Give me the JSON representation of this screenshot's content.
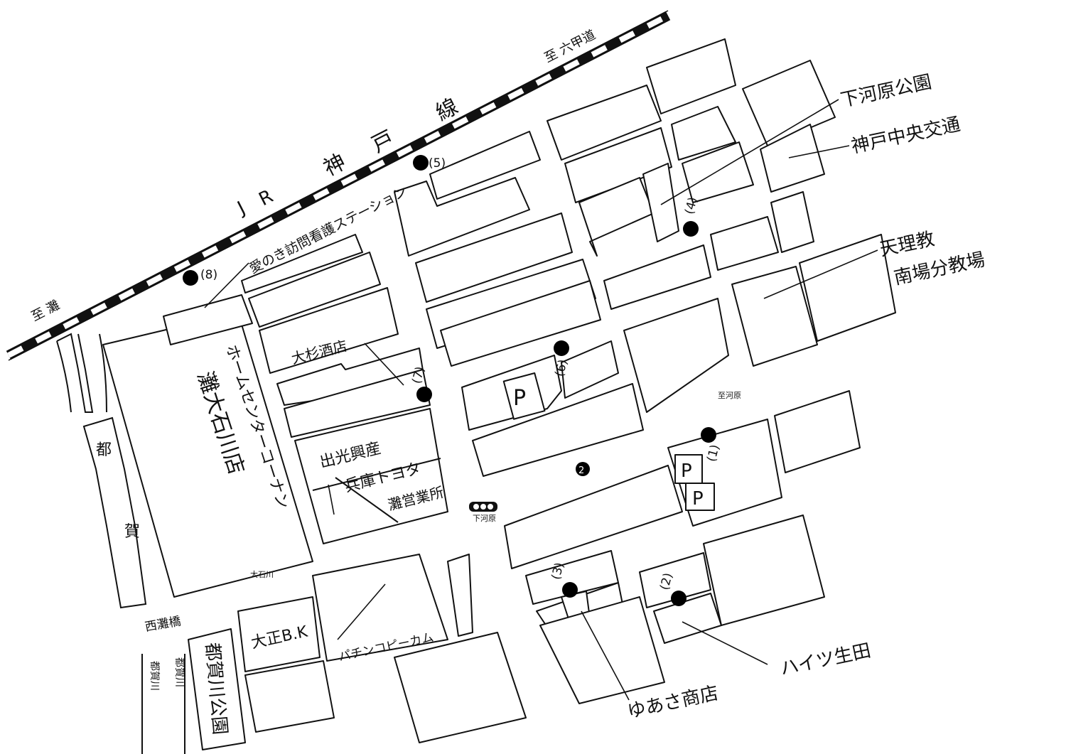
{
  "railway": {
    "line_name_chars": [
      "J",
      "R",
      "神",
      "戸",
      "線"
    ],
    "to_east": "至 六甲道",
    "to_west": "至 灘"
  },
  "stations": {
    "p1": "(1)",
    "p2": "(2)",
    "p3": "(3)",
    "p4": "(4)",
    "p5": "(5)",
    "p6": "(6)",
    "p7": "(7)",
    "p8": "(8)"
  },
  "labels": {
    "shimogawara_park": "下河原公園",
    "kobe_chuo_dori": "神戸中央交通",
    "tenrikyo_1": "天理教",
    "tenrikyo_2": "南場分教場",
    "aino_nurse": "愛のき訪問看護ステーション",
    "osugi_sake": "大杉酒店",
    "home_center": "ホームセンターコーナン",
    "nada_oishi": "灘大石川店",
    "idemitsu": "出光興産",
    "hyogo_toyota": "兵庫トヨタ",
    "nada_office": "灘営業所",
    "taisho_bk": "大正B.K",
    "pachinko": "パチンコピーカム",
    "haitsu_ikuta": "ハイツ生田",
    "yuasa": "ゆあさ商店",
    "tsuga_park": "都賀川公園",
    "tsuga_river_v": "都賀川",
    "tsuga_river_side": "都賀川",
    "river_top": "都",
    "river_mid": "賀",
    "nishi_nadabashi": "西灘橋",
    "bus_oishi": "大石川",
    "bus_shimogawara": "下河原",
    "bus_shimogawara_2": "至河原",
    "signal_label": "下河原",
    "parking_1": "P",
    "parking_2": "P",
    "parking_3": "P",
    "route_2": "2"
  }
}
